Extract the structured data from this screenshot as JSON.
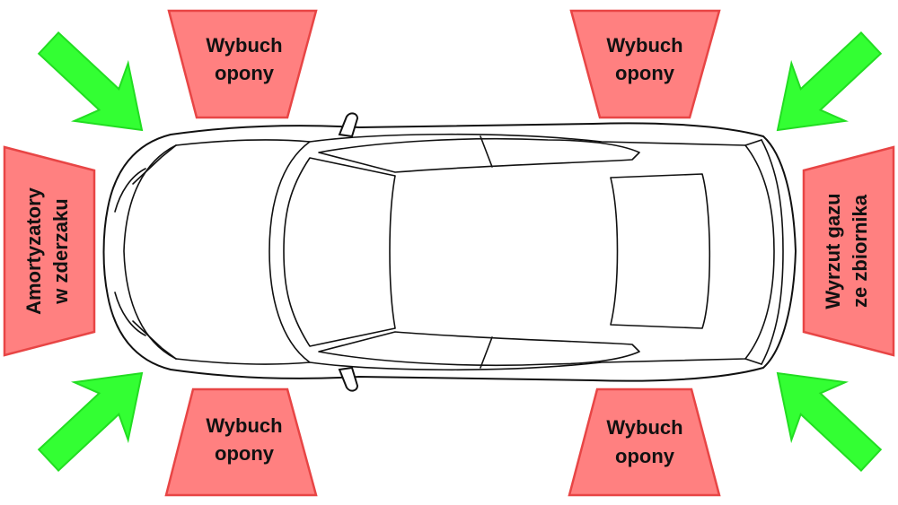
{
  "colors": {
    "zone_fill": "#ff8080",
    "zone_stroke": "#e84545",
    "arrow_fill": "#33ff33",
    "arrow_stroke": "#22dd22",
    "car_stroke": "#111111"
  },
  "zones": {
    "top_left": {
      "line1": "Wybuch",
      "line2": "opony"
    },
    "top_right": {
      "line1": "Wybuch",
      "line2": "opony"
    },
    "bottom_left": {
      "line1": "Wybuch",
      "line2": "opony"
    },
    "bottom_right": {
      "line1": "Wybuch",
      "line2": "opony"
    },
    "left": {
      "line1": "Amortyzatory",
      "line2": "w zderzaku"
    },
    "right": {
      "line1": "Wyrzut gazu",
      "line2": "ze zbiornika"
    }
  },
  "icons": [
    "arrow-icon",
    "car-top-view-icon"
  ]
}
